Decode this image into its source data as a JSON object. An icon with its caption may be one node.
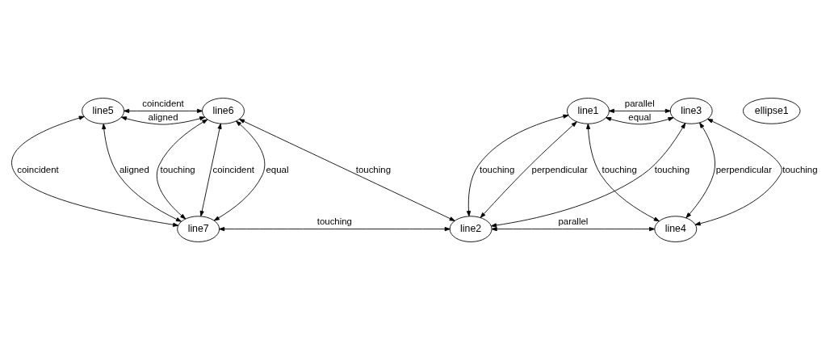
{
  "diagram": {
    "nodes": [
      {
        "text": [
          "line5"
        ]
      },
      {
        "text": [
          "line6"
        ]
      },
      {
        "text": [
          "line1"
        ]
      },
      {
        "text": [
          "line3"
        ]
      },
      {
        "text": [
          "ellipse1"
        ]
      },
      {
        "text": [
          "line7"
        ]
      },
      {
        "text": [
          "line2"
        ]
      },
      {
        "text": [
          "line4"
        ]
      }
    ],
    "edges": [
      {
        "from": 0,
        "to": 1,
        "arrow": "both",
        "label": "aligned"
      },
      {
        "from": 0,
        "to": 1,
        "arrow": "both",
        "label": "coincident"
      },
      {
        "from": 0,
        "to": 5,
        "arrow": "both",
        "label": "coincident"
      },
      {
        "from": 0,
        "to": 5,
        "arrow": "both",
        "label": "aligned"
      },
      {
        "from": 1,
        "to": 5,
        "arrow": "both",
        "label": "touching"
      },
      {
        "from": 1,
        "to": 5,
        "arrow": "both",
        "label": "coincident"
      },
      {
        "from": 1,
        "to": 5,
        "arrow": "both",
        "label": "equal"
      },
      {
        "from": 1,
        "to": 6,
        "arrow": "both",
        "label": "touching"
      },
      {
        "from": 5,
        "to": 6,
        "arrow": "both",
        "label": "touching"
      },
      {
        "from": 2,
        "to": 3,
        "arrow": "both",
        "label": "parallel"
      },
      {
        "from": 2,
        "to": 3,
        "arrow": "both",
        "label": "equal"
      },
      {
        "from": 2,
        "to": 6,
        "arrow": "both",
        "label": "perpendicular"
      },
      {
        "from": 2,
        "to": 6,
        "arrow": "both",
        "label": "touching"
      },
      {
        "from": 2,
        "to": 7,
        "arrow": "both",
        "label": "touching"
      },
      {
        "from": 3,
        "to": 6,
        "arrow": "both",
        "label": "touching"
      },
      {
        "from": 3,
        "to": 7,
        "arrow": "both",
        "label": "perpendicular"
      },
      {
        "from": 3,
        "to": 7,
        "arrow": "both",
        "label": "touching"
      },
      {
        "from": 6,
        "to": 7,
        "arrow": "both",
        "label": "parallel"
      }
    ]
  }
}
